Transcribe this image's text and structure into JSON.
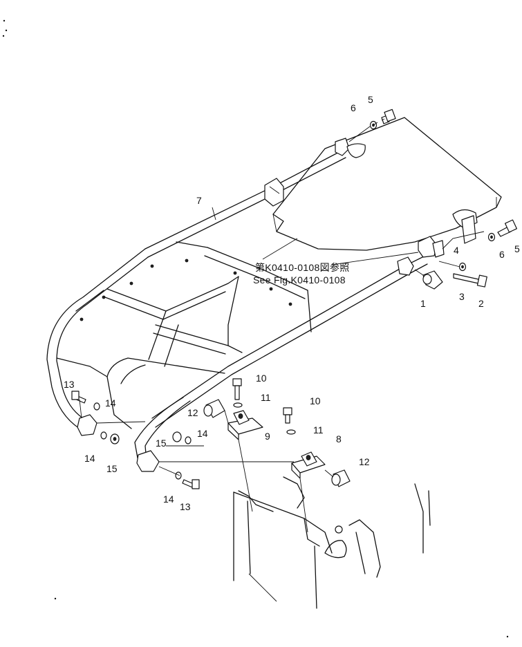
{
  "figure": {
    "reference_note": {
      "line1": "第K0410-0108図参照",
      "line2": "See Fig.K0410-0108"
    },
    "callouts": [
      "1",
      "2",
      "3",
      "4",
      "5",
      "5",
      "6",
      "6",
      "7",
      "8",
      "9",
      "10",
      "10",
      "11",
      "11",
      "12",
      "12",
      "13",
      "13",
      "14",
      "14",
      "14",
      "14",
      "15",
      "15"
    ]
  }
}
